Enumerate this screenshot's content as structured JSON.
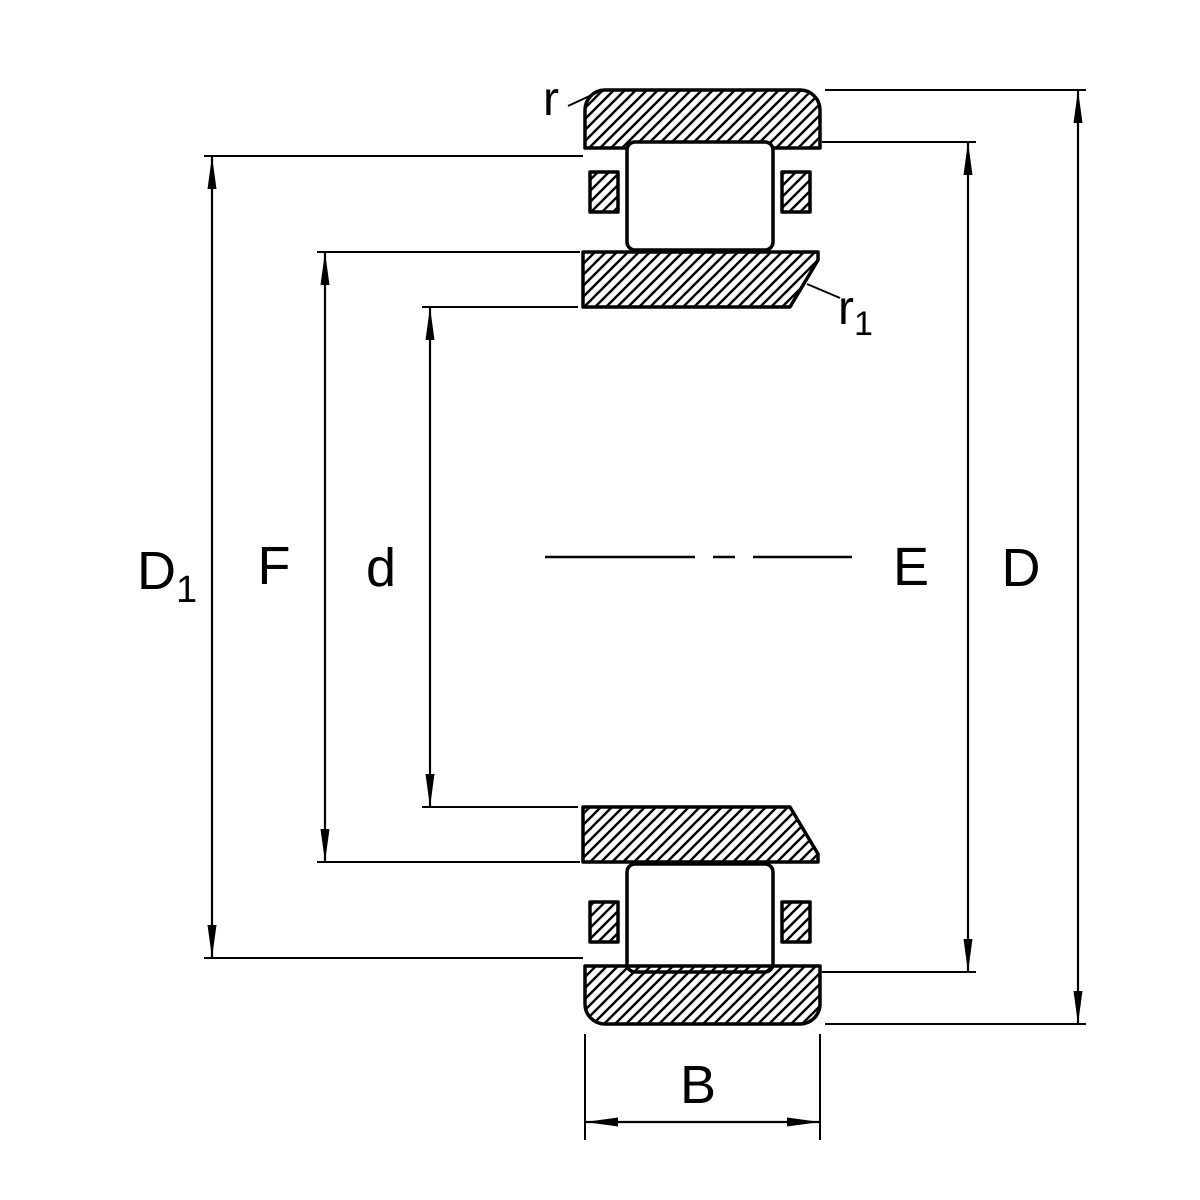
{
  "diagram": {
    "colors": {
      "line": "#000000",
      "background": "#ffffff"
    },
    "labels": {
      "r": "r",
      "r1": {
        "main": "r",
        "sub": "1"
      },
      "D1": {
        "main": "D",
        "sub": "1"
      },
      "F": "F",
      "d": "d",
      "E": "E",
      "D": "D",
      "B": "B"
    }
  }
}
